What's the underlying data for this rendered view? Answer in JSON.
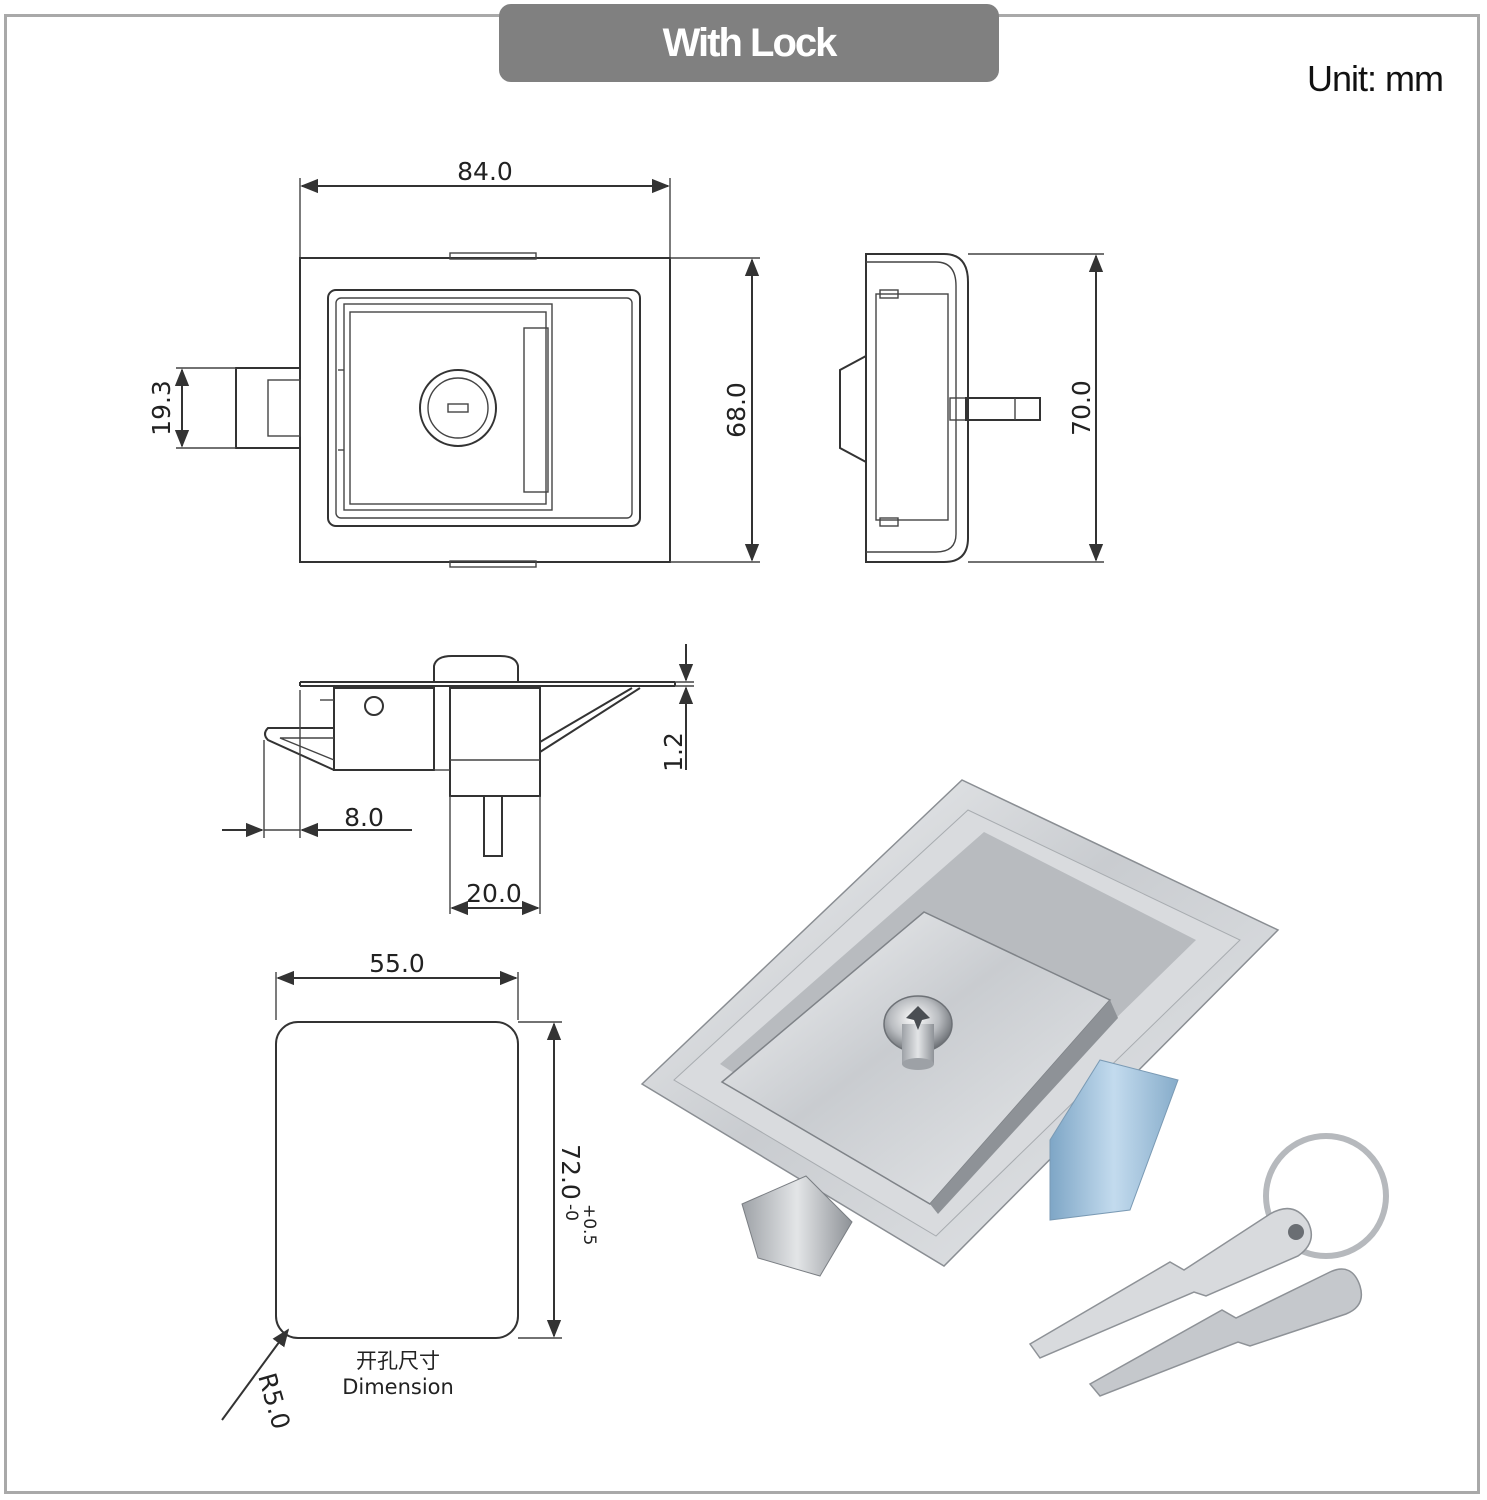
{
  "header": {
    "title": "With Lock",
    "unit": "Unit:  mm"
  },
  "dimensions": {
    "front_width": "84.0",
    "front_height": "68.0",
    "bolt_height": "19.3",
    "side_height": "70.0",
    "flange_thickness": "1.2",
    "latch_offset": "8.0",
    "body_depth": "20.0",
    "cutout_width": "55.0",
    "cutout_height": "72.0",
    "cutout_tol_plus": "+0.5",
    "cutout_tol_minus": "-0",
    "corner_radius": "R5.0"
  },
  "cutout_caption": {
    "cn": "开孔尺寸",
    "en": "Dimension"
  },
  "colors": {
    "banner": "#808080",
    "line": "#333333",
    "steel": "#cfd2d6",
    "zinc": "#9fc2dd"
  }
}
